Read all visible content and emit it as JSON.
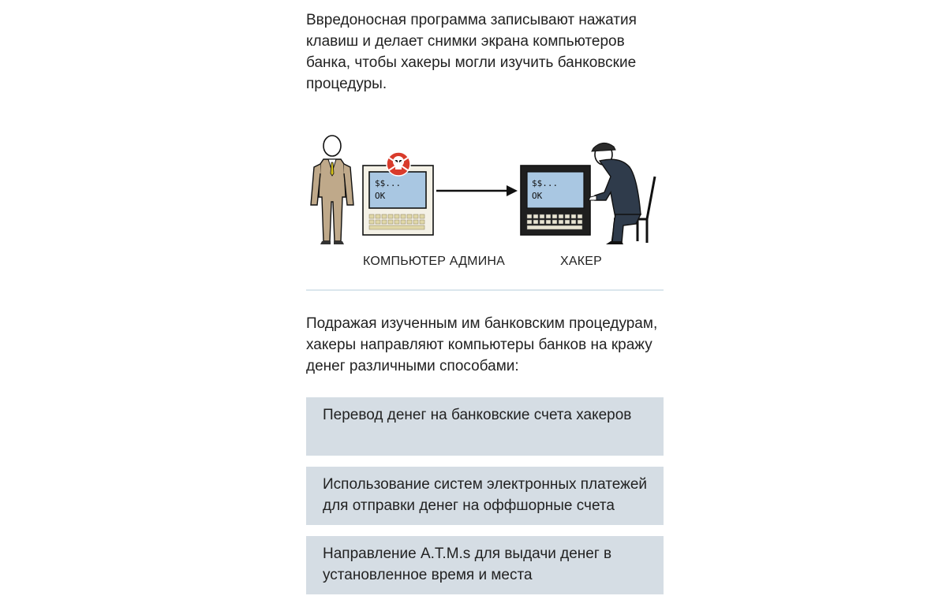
{
  "intro_text": "Ввредоносная программа записывают нажатия клавиш и делает снимки экрана компьютеров банка, чтобы хакеры могли изучить банковские процедуры.",
  "illustration": {
    "admin_caption": "КОМПЬЮТЕР АДМИНА",
    "hacker_caption": "ХАКЕР",
    "admin_screen_line1": "$$...",
    "admin_screen_line2": "OK",
    "hacker_screen_line1": "$$...",
    "hacker_screen_line2": "OK",
    "icons": [
      "admin-person-icon",
      "infected-computer-icon",
      "skull-badge-icon",
      "arrow-right-icon",
      "hacker-computer-icon",
      "hacker-person-icon",
      "chair-icon"
    ],
    "colors": {
      "admin_suit": "#bfa98a",
      "screen": "#a9c7e2",
      "badge": "#d93b2b",
      "hacker_suit": "#2f3b4b",
      "hacker_computer": "#1f1f1f"
    }
  },
  "methods_intro": "Подражая изученным им банковским процедурам, хакеры направляют компьютеры банков на кражу денег различными способами:",
  "methods": [
    "Перевод денег на банковские счета хакеров",
    "Использование систем электронных платежей для отправки денег на оффшорные счета",
    "Направление A.T.M.s для выдачи денег в установленное время и места"
  ]
}
